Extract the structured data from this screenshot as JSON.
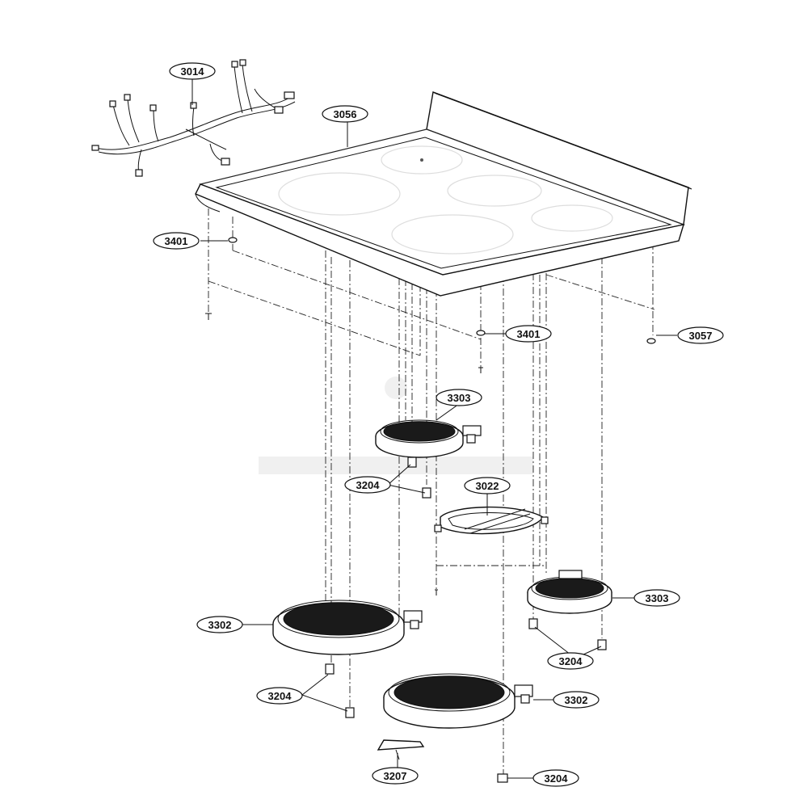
{
  "callouts": {
    "harness": "3014",
    "cooktop_glass": "3056",
    "screw_left": "3401",
    "screw_right": "3401",
    "screw_far_right": "3057",
    "burner_small_top": "3303",
    "clip_top": "3204",
    "bracket": "3022",
    "burner_small_right": "3303",
    "burner_large_left": "3302",
    "clip_right": "3204",
    "clip_left": "3204",
    "burner_large_bottom": "3302",
    "clip_bottom": "3204",
    "holder": "3207"
  },
  "colors": {
    "line": "#111111",
    "coil": "#1a1a1a",
    "background": "#ffffff"
  }
}
